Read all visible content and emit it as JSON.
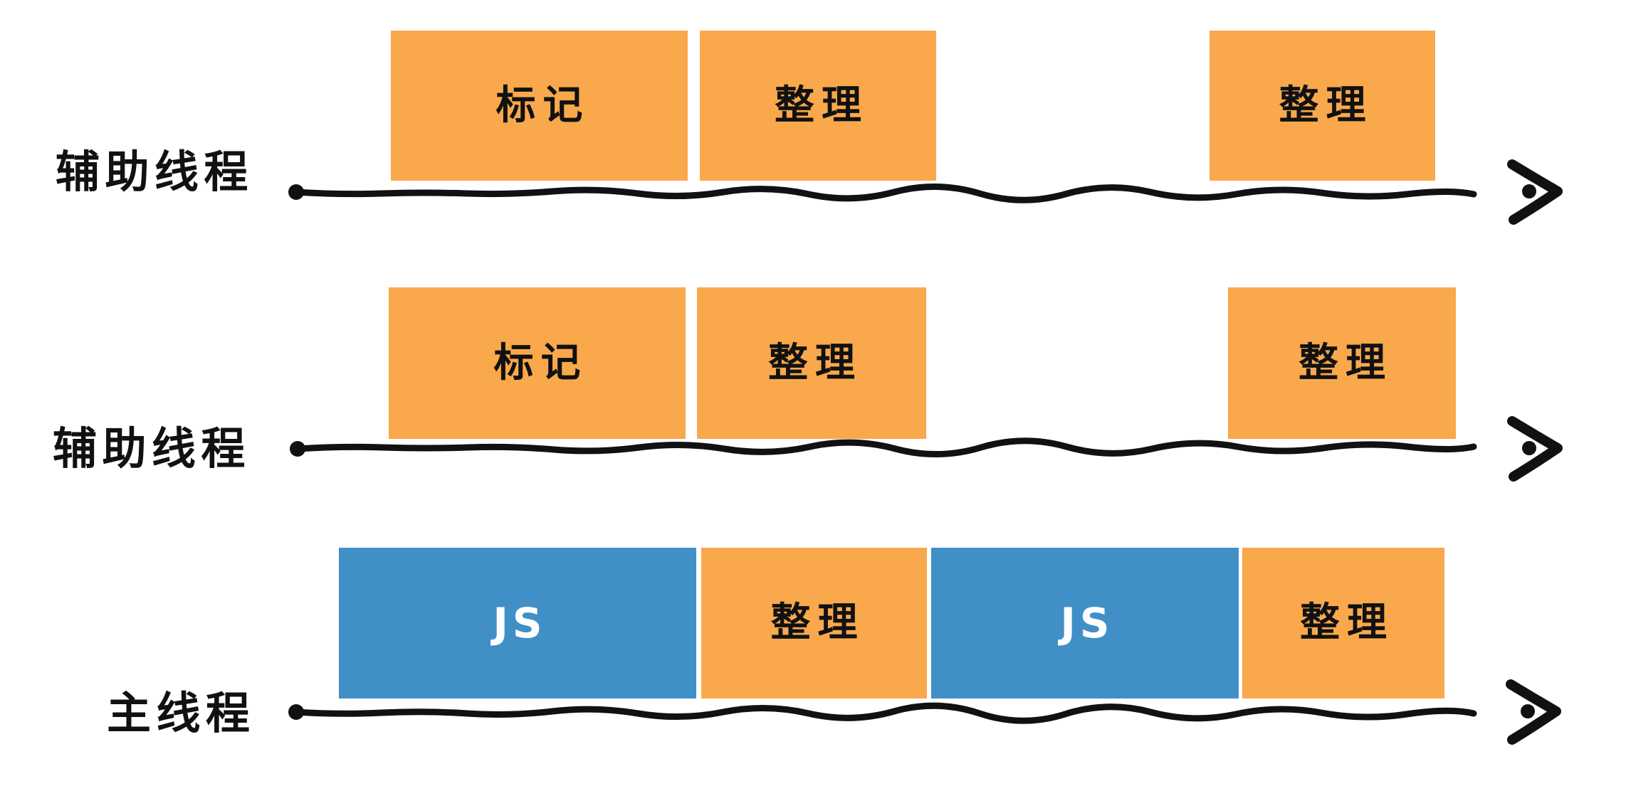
{
  "diagram": {
    "kind": "thread-timeline",
    "arrow_direction": "right",
    "language": "zh-CN"
  },
  "colors": {
    "task_orange": "#F9A84B",
    "js_blue": "#4090C7",
    "ink": "#111111",
    "background": "#FFFFFF"
  },
  "rows": [
    {
      "label": "辅助线程",
      "segments": [
        {
          "label": "标记",
          "kind": "gc-task"
        },
        {
          "label": "整理",
          "kind": "gc-task"
        },
        {
          "label": "整理",
          "kind": "gc-task"
        }
      ]
    },
    {
      "label": "辅助线程",
      "segments": [
        {
          "label": "标记",
          "kind": "gc-task"
        },
        {
          "label": "整理",
          "kind": "gc-task"
        },
        {
          "label": "整理",
          "kind": "gc-task"
        }
      ]
    },
    {
      "label": "主线程",
      "segments": [
        {
          "label": "JS",
          "kind": "js"
        },
        {
          "label": "整理",
          "kind": "gc-task"
        },
        {
          "label": "JS",
          "kind": "js"
        },
        {
          "label": "整理",
          "kind": "gc-task"
        }
      ]
    }
  ]
}
